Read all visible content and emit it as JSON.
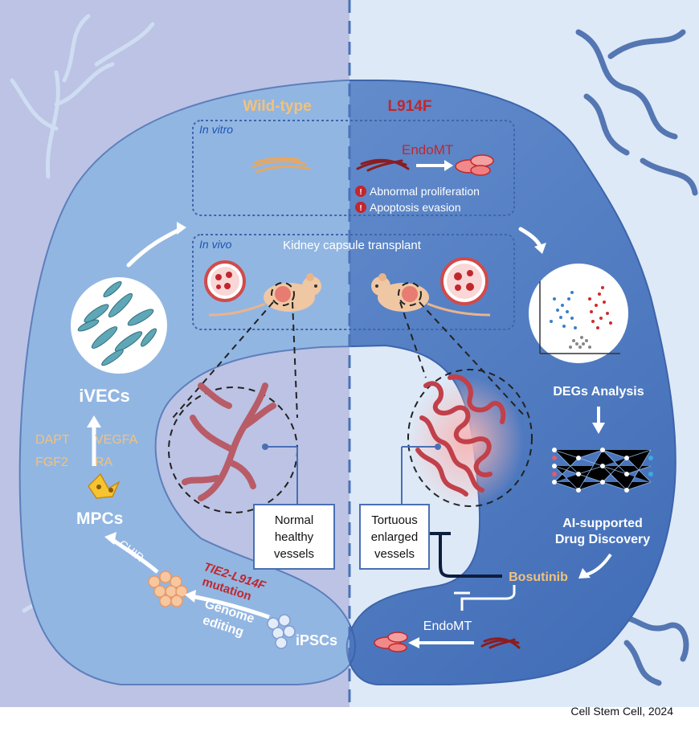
{
  "headers": {
    "left": "Wild-type",
    "right": "L914F"
  },
  "in_vitro": {
    "label": "In vitro",
    "endomt": "EndoMT",
    "warnings": [
      "Abnormal proliferation",
      "Apoptosis evasion"
    ],
    "warning_icon": "exclamation-icon"
  },
  "in_vivo": {
    "label": "In vivo",
    "title": "Kidney capsule transplant"
  },
  "left_pathway": {
    "ivecs": "iVECs",
    "factors": [
      "DAPT",
      "VEGFA",
      "FGF2",
      "RA"
    ],
    "mpcs": "MPCs",
    "chir": "CHIR",
    "mutation": [
      "TIE2-L914F",
      "mutation"
    ],
    "genome_editing": [
      "Genome",
      "editing"
    ],
    "ipscs": "iPSCs"
  },
  "vessels": {
    "normal": [
      "Normal",
      "healthy",
      "vessels"
    ],
    "tortuous": [
      "Tortuous",
      "enlarged",
      "vessels"
    ]
  },
  "right_pathway": {
    "degs": "DEGs Analysis",
    "ai": [
      "AI-supported",
      "Drug Discovery"
    ],
    "drug": "Bosutinib",
    "endomt": "EndoMT"
  },
  "citation": "Cell Stem Cell, 2024",
  "colors": {
    "left_bg": "#bcc3e4",
    "right_bg": "#dde9f7",
    "shape_left": "#8eb3e0",
    "shape_right": "#5a86c9",
    "gold": "#f2c27b",
    "red": "#c1272d",
    "navy": "#1f3f78"
  }
}
